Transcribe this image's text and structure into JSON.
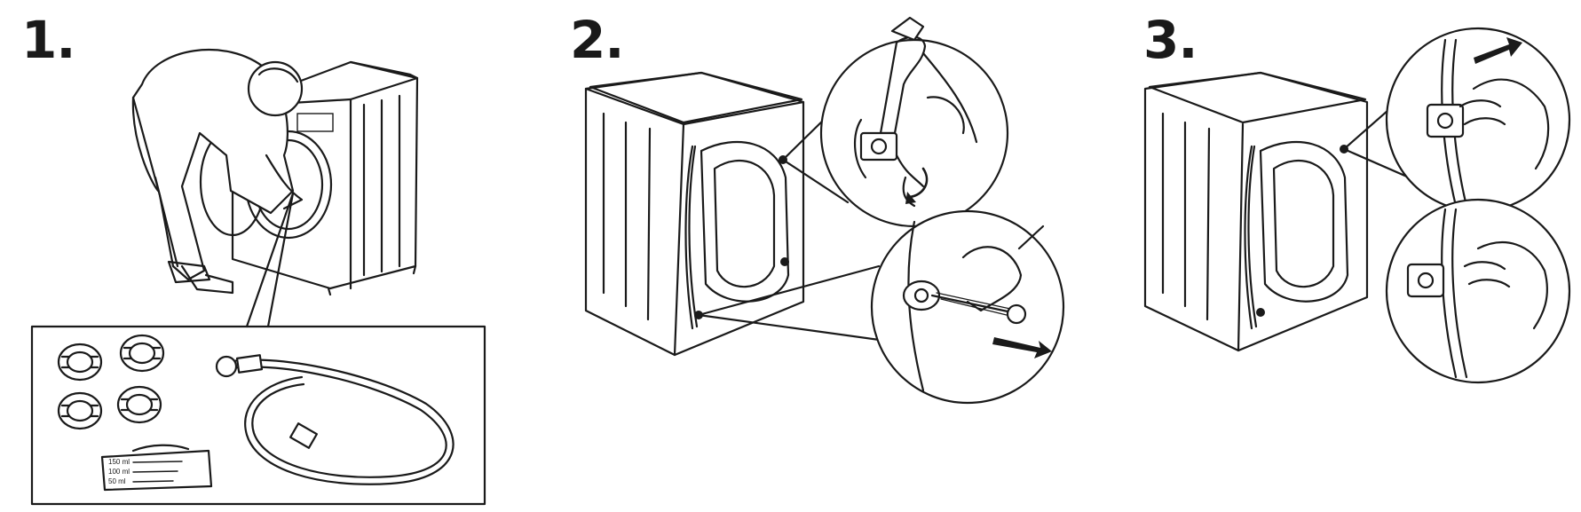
{
  "steps": [
    {
      "number": "1."
    },
    {
      "number": "2."
    },
    {
      "number": "3."
    }
  ],
  "accessories": {
    "measuring_cup": {
      "marks": [
        "150 ml",
        "100 ml",
        "50 ml"
      ]
    }
  }
}
